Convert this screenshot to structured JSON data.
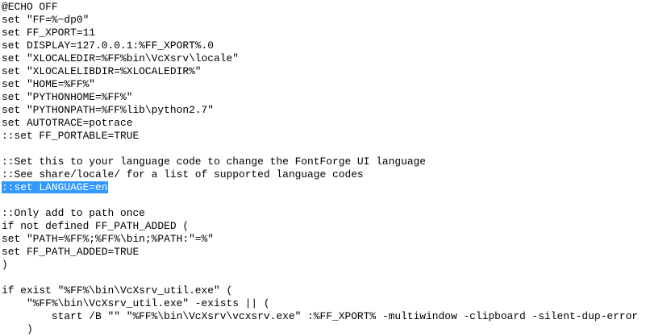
{
  "colors": {
    "background": "#ffffff",
    "text": "#000000",
    "selection_bg": "#3399ff",
    "selection_fg": "#ffffff"
  },
  "editor": {
    "lines": [
      {
        "text": "@ECHO OFF",
        "selected": false
      },
      {
        "text": "set \"FF=%~dp0\"",
        "selected": false
      },
      {
        "text": "set FF_XPORT=11",
        "selected": false
      },
      {
        "text": "set DISPLAY=127.0.0.1:%FF_XPORT%.0",
        "selected": false
      },
      {
        "text": "set \"XLOCALEDIR=%FF%bin\\VcXsrv\\locale\"",
        "selected": false
      },
      {
        "text": "set \"XLOCALELIBDIR=%XLOCALEDIR%\"",
        "selected": false
      },
      {
        "text": "set \"HOME=%FF%\"",
        "selected": false
      },
      {
        "text": "set \"PYTHONHOME=%FF%\"",
        "selected": false
      },
      {
        "text": "set \"PYTHONPATH=%FF%lib\\python2.7\"",
        "selected": false
      },
      {
        "text": "set AUTOTRACE=potrace",
        "selected": false
      },
      {
        "text": "::set FF_PORTABLE=TRUE",
        "selected": false
      },
      {
        "text": "",
        "selected": false
      },
      {
        "text": "::Set this to your language code to change the FontForge UI language",
        "selected": false
      },
      {
        "text": "::See share/locale/ for a list of supported language codes",
        "selected": false
      },
      {
        "text": "::set LANGUAGE=en",
        "selected": true
      },
      {
        "text": "",
        "selected": false
      },
      {
        "text": "::Only add to path once",
        "selected": false
      },
      {
        "text": "if not defined FF_PATH_ADDED (",
        "selected": false
      },
      {
        "text": "set \"PATH=%FF%;%FF%\\bin;%PATH:\"=%\"",
        "selected": false
      },
      {
        "text": "set FF_PATH_ADDED=TRUE",
        "selected": false
      },
      {
        "text": ")",
        "selected": false
      },
      {
        "text": "",
        "selected": false
      },
      {
        "text": "if exist \"%FF%\\bin\\VcXsrv_util.exe\" (",
        "selected": false
      },
      {
        "text": "    \"%FF%\\bin\\VcXsrv_util.exe\" -exists || (",
        "selected": false
      },
      {
        "text": "        start /B \"\" \"%FF%\\bin\\VcXsrv\\vcxsrv.exe\" :%FF_XPORT% -multiwindow -clipboard -silent-dup-error",
        "selected": false
      },
      {
        "text": "    )",
        "selected": false
      }
    ]
  }
}
